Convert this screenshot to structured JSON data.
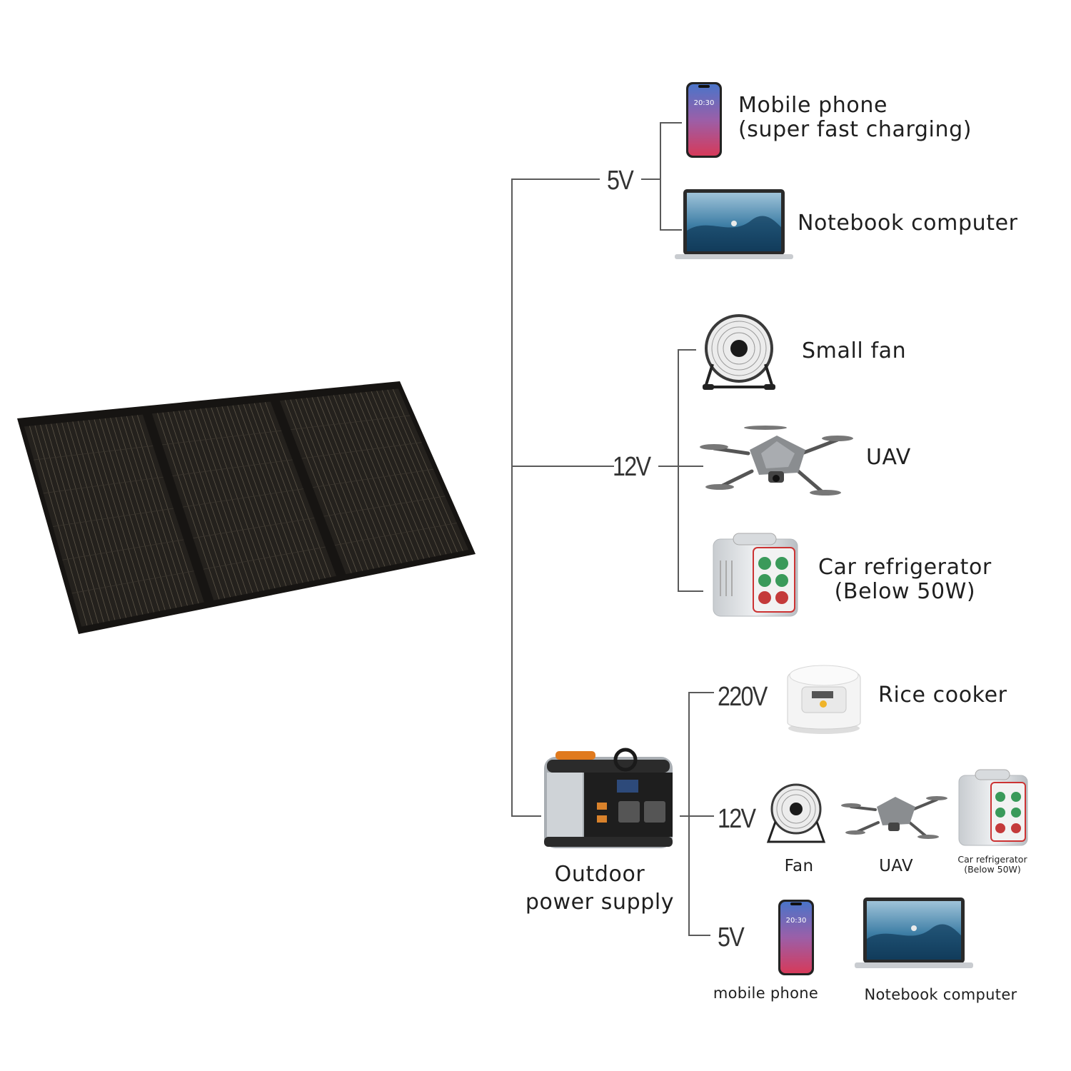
{
  "colors": {
    "line": "#5a5a5a",
    "panel": "#1c1a18",
    "cell_line": "#8a7f6a",
    "phone_gradient_top": "#4a74c9",
    "phone_gradient_bottom": "#d63a5a"
  },
  "branches": {
    "v5": {
      "voltage": "5V",
      "devices": {
        "phone": {
          "label_line1": "Mobile phone",
          "label_line2": "(super fast charging)",
          "icon": "mobile-phone-icon",
          "time": "20:30"
        },
        "laptop": {
          "label": "Notebook computer",
          "icon": "laptop-icon"
        }
      }
    },
    "v12": {
      "voltage": "12V",
      "devices": {
        "fan": {
          "label": "Small fan",
          "icon": "fan-icon"
        },
        "uav": {
          "label": "UAV",
          "icon": "drone-icon"
        },
        "fridge": {
          "label_line1": "Car refrigerator",
          "label_line2": "(Below 50W)",
          "icon": "fridge-icon"
        }
      }
    },
    "station": {
      "label_line1": "Outdoor",
      "label_line2": "power supply",
      "icon": "power-station-icon",
      "outputs": {
        "ac": {
          "voltage": "220V",
          "device_label": "Rice cooker",
          "icon": "rice-cooker-icon"
        },
        "dc12": {
          "voltage": "12V",
          "fan_label": "Fan",
          "uav_label": "UAV",
          "fridge_label_line1": "Car refrigerator",
          "fridge_label_line2": "(Below 50W)"
        },
        "dc5": {
          "voltage": "5V",
          "phone_label": "mobile phone",
          "laptop_label": "Notebook computer",
          "time": "20:30"
        }
      }
    }
  },
  "solar_panel": {
    "icon": "solar-panel-icon",
    "panel_count": 3
  }
}
